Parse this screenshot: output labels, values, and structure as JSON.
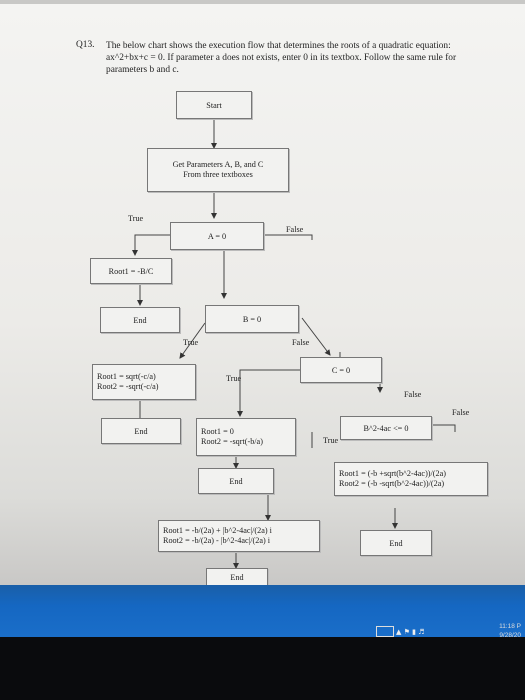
{
  "question": {
    "number": "Q13.",
    "text": "The below chart shows the execution flow that determines the roots of a quadratic equation: ax^2+bx+c = 0. If parameter a does not exists, enter 0 in its textbox. Follow the same rule for parameters b and c."
  },
  "flowchart": {
    "start": "Start",
    "get_params_line1": "Get Parameters A, B, and C",
    "get_params_line2": "From three textboxes",
    "decision_a": "A = 0",
    "a_true": "True",
    "a_false": "False",
    "root_bc": "Root1 = -B/C",
    "end1": "End",
    "decision_b": "B = 0",
    "b_true": "True",
    "b_false": "False",
    "root_ca_line1": "Root1 = sqrt(-c/a)",
    "root_ca_line2": "Root2 = -sqrt(-c/a)",
    "decision_c": "C = 0",
    "c_true": "True",
    "c_false": "False",
    "end2": "End",
    "root_ba_line1": "Root1 = 0",
    "root_ba_line2": "Root2 = -sqrt(-b/a)",
    "decision_disc": "B^2-4ac <= 0",
    "disc_false": "False",
    "disc_true": "True",
    "end3": "End",
    "root_real_line1": "Root1 = (-b +sqrt(b^2-4ac))/(2a)",
    "root_real_line2": "Root2 = (-b -sqrt(b^2-4ac))/(2a)",
    "root_complex_line1": "Root1 = -b/(2a) + |b^2-4ac|/(2a) i",
    "root_complex_line2": "Root2 = -b/(2a) - |b^2-4ac|/(2a) i",
    "end4": "End",
    "end5": "End"
  },
  "taskbar": {
    "time": "11:18 P",
    "date": "9/28/20"
  }
}
